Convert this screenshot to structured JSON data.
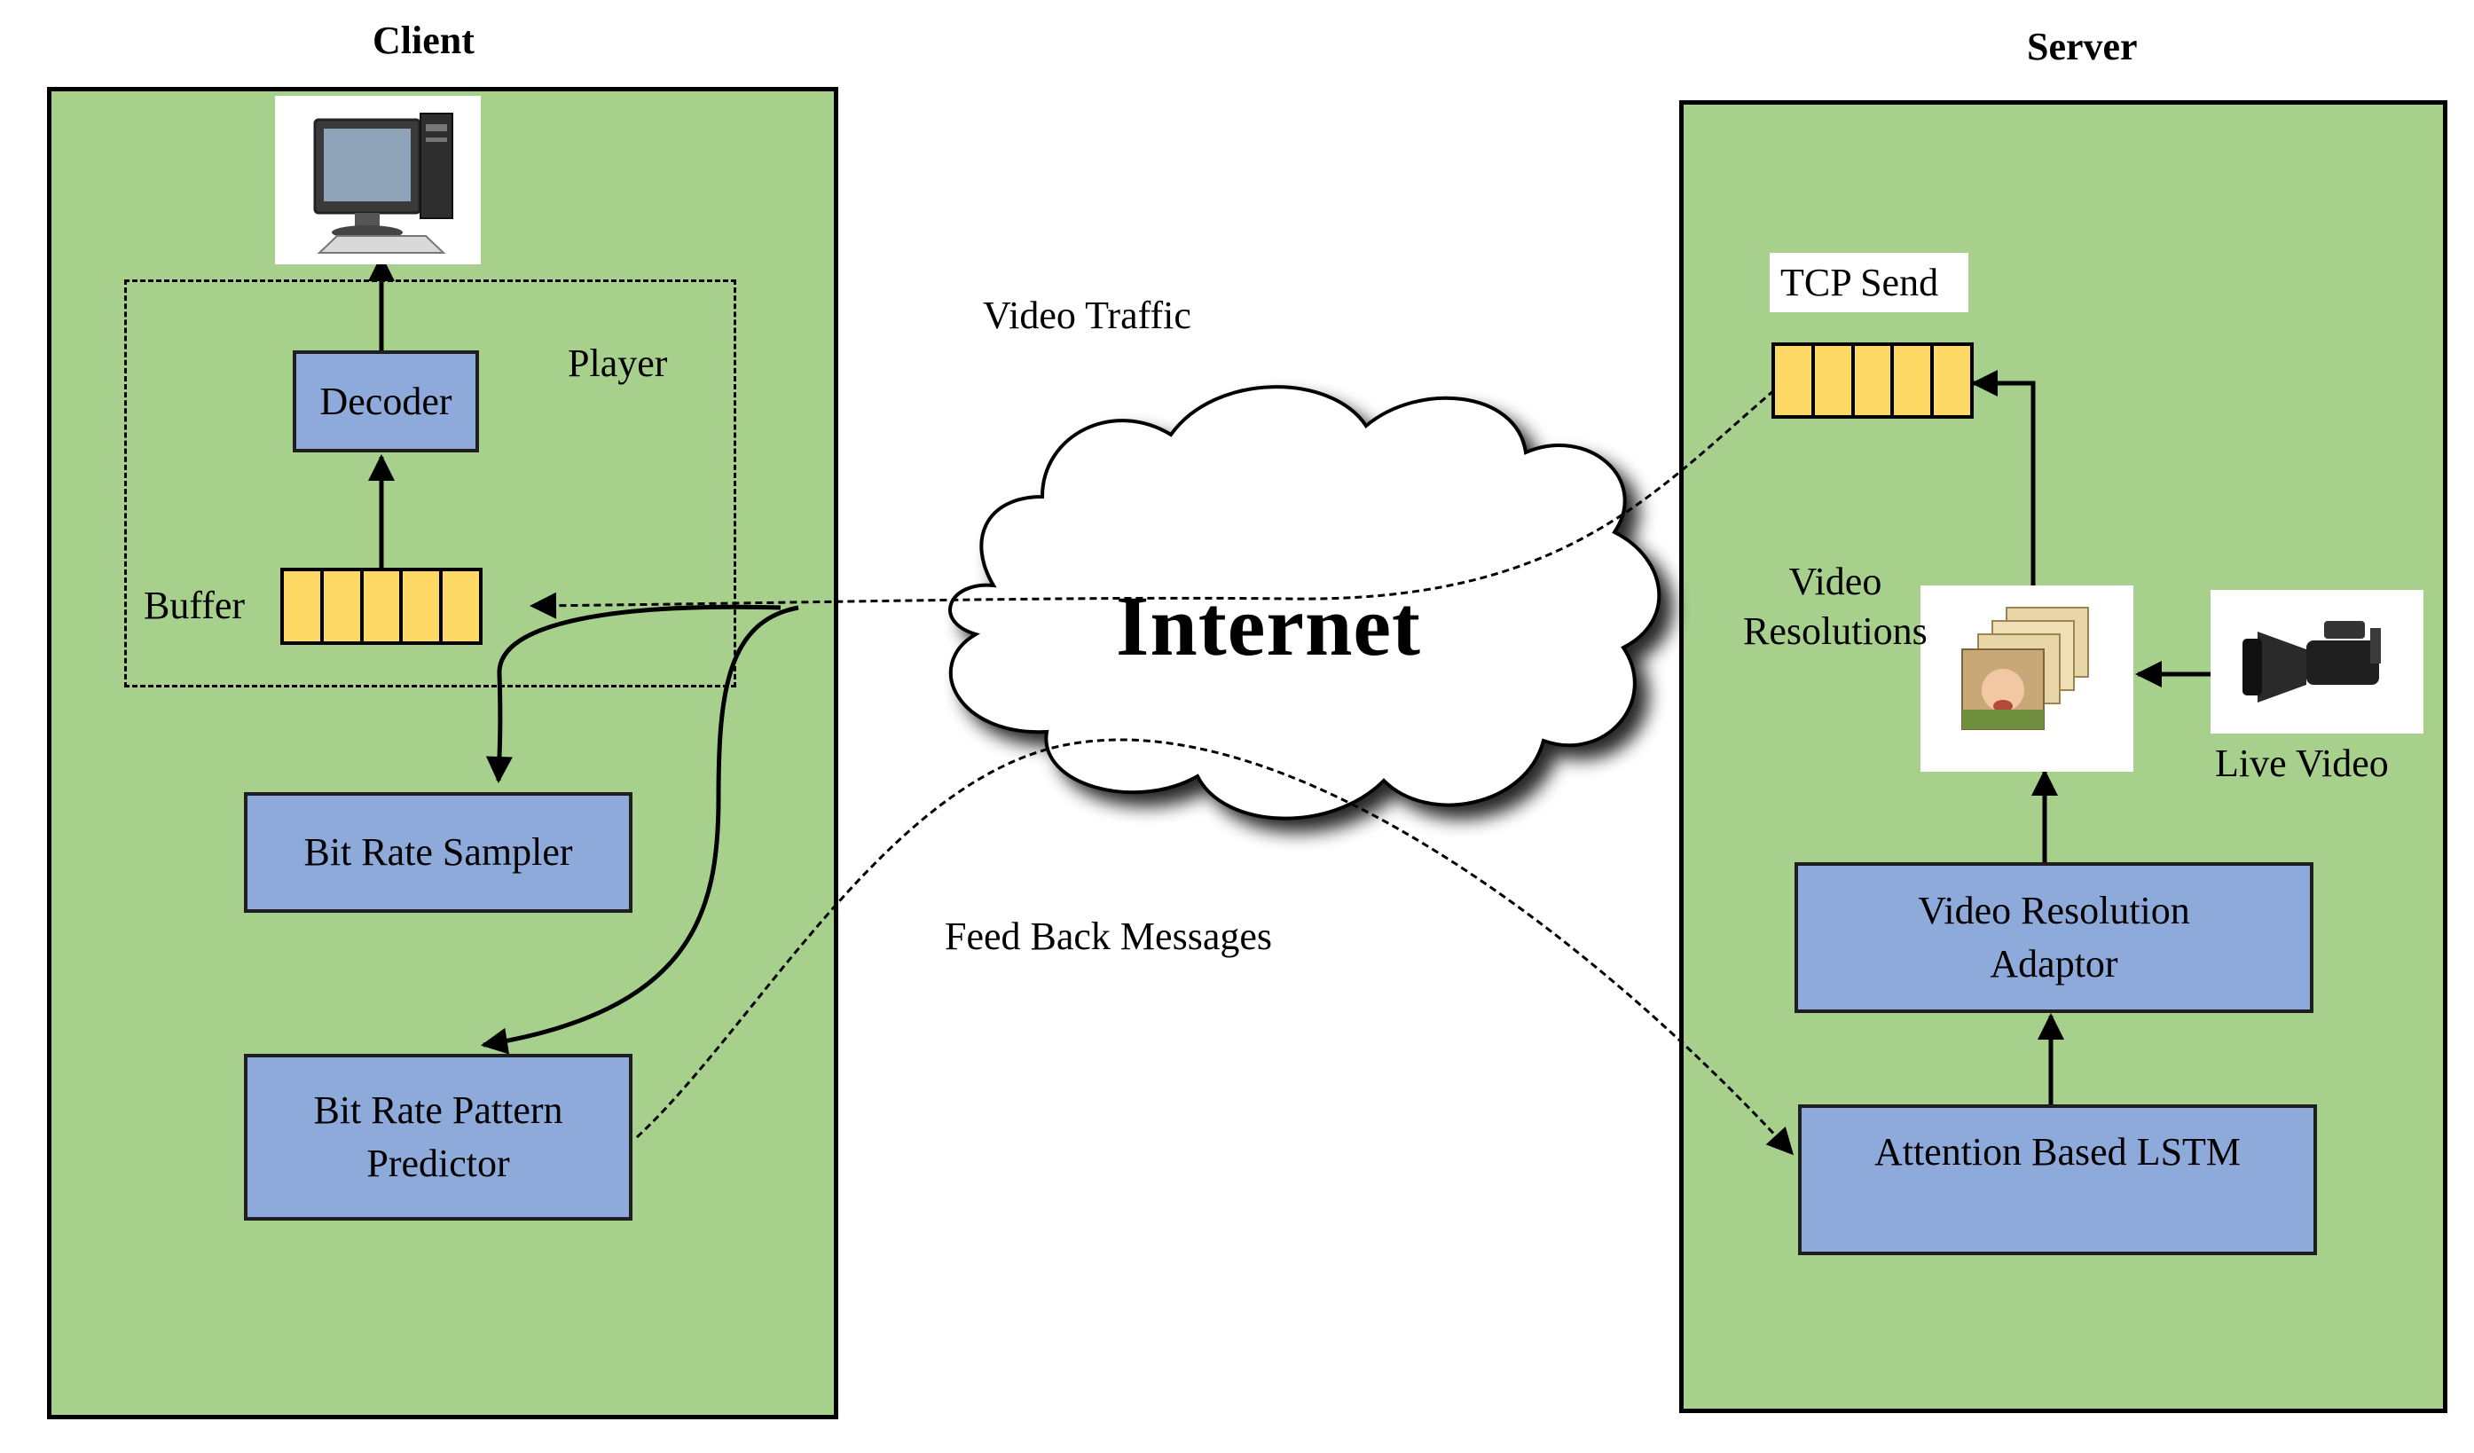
{
  "client": {
    "title": "Client",
    "player_label": "Player",
    "buffer_label": "Buffer",
    "decoder_label": "Decoder",
    "sampler_label": "Bit Rate Sampler",
    "predictor_label_line1": "Bit Rate Pattern",
    "predictor_label_line2": "Predictor",
    "computer_icon": "desktop-computer-icon"
  },
  "server": {
    "title": "Server",
    "tcp_send_label": "TCP Send",
    "resolutions_label_line1": "Video",
    "resolutions_label_line2": "Resolutions",
    "live_video_label": "Live Video",
    "adaptor_label_line1": "Video Resolution",
    "adaptor_label_line2": "Adaptor",
    "lstm_label": "Attention Based LSTM",
    "camera_icon": "video-camera-icon",
    "frames_icon": "video-frames-icon"
  },
  "network": {
    "cloud_label": "Internet",
    "traffic_label": "Video Traffic",
    "feedback_label": "Feed Back Messages"
  },
  "colors": {
    "panel_green": "#a8d08d",
    "box_blue": "#8eaadb",
    "queue_yellow": "#ffd966"
  }
}
